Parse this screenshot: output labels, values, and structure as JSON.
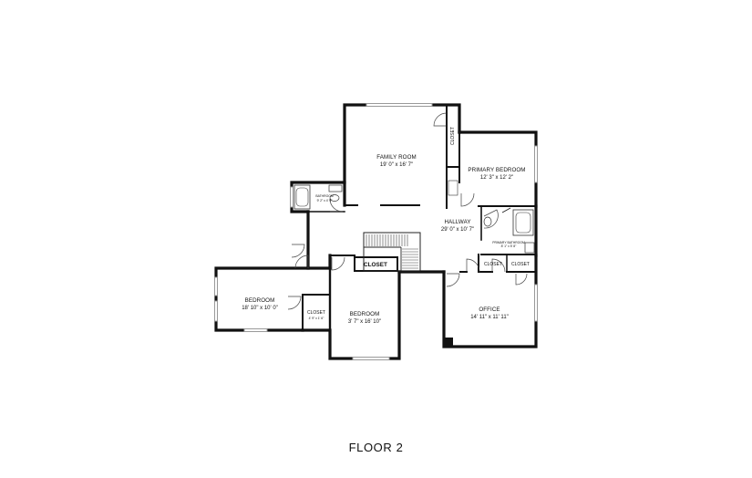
{
  "floor_label": "FLOOR 2",
  "rooms": {
    "family_room": {
      "name": "FAMILY ROOM",
      "dims": "19' 0\" x 16' 7\""
    },
    "primary_bedroom": {
      "name": "PRIMARY BEDROOM",
      "dims": "12' 3\" x 12' 2\""
    },
    "hallway": {
      "name": "HALLWAY",
      "dims": "29' 0\" x 10' 7\""
    },
    "bathroom_small": {
      "name": "BATHROOM",
      "dims": "9' 2\" x 4' 9\""
    },
    "primary_bathroom": {
      "name": "PRIMARY BATHROOM",
      "dims": "8' 1\" x 5' 8\""
    },
    "bedroom_left": {
      "name": "BEDROOM",
      "dims": "18' 10\" x 10' 0\""
    },
    "bedroom_center": {
      "name": "BEDROOM",
      "dims": "3' 7\" x 16' 10\""
    },
    "office": {
      "name": "OFFICE",
      "dims": "14' 11\" x 11' 11\""
    }
  },
  "closets": {
    "family_room": "CLOSET",
    "center": "CLOSET",
    "office_left": "CLOSET",
    "office_right": "CLOSET",
    "bedroom_left": {
      "name": "CLOSET",
      "dims": "4' 9\" x 1' 6\""
    }
  }
}
